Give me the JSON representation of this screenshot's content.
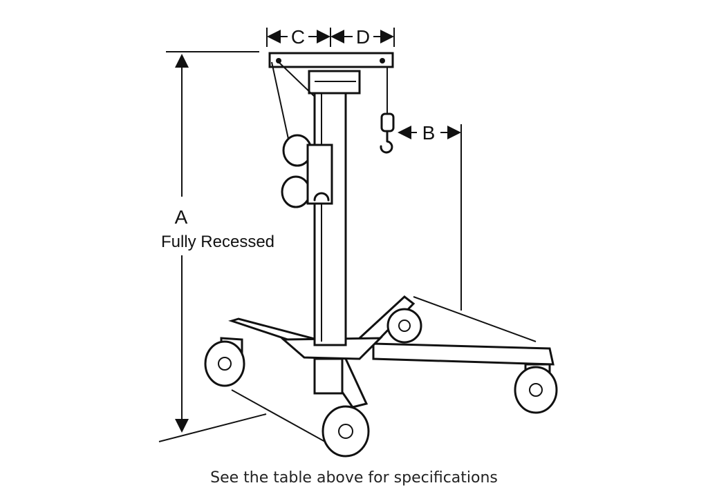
{
  "diagram": {
    "labels": {
      "a": "A",
      "a_note": "Fully Recessed",
      "b": "B",
      "c": "C",
      "d": "D"
    }
  },
  "caption": "See the table above for specifications"
}
